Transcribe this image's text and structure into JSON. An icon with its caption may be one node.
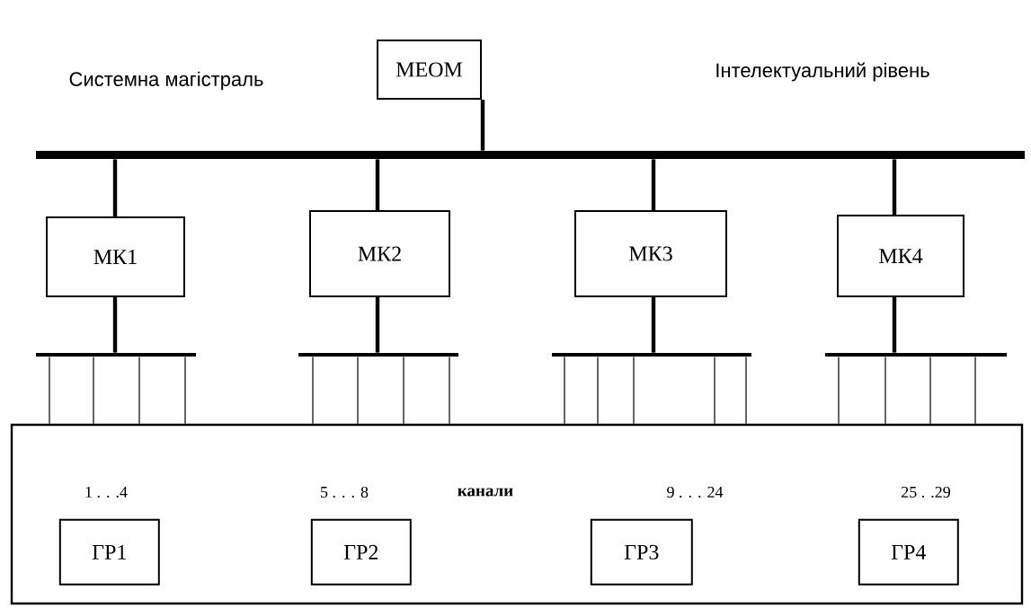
{
  "diagram": {
    "nodes": [
      {
        "text": [
          "МЕОМ"
        ]
      },
      {
        "text": [],
        "shape": "bar"
      },
      {
        "text": [
          "МК1"
        ]
      },
      {
        "text": [
          "МК2"
        ]
      },
      {
        "text": [
          "МК3"
        ]
      },
      {
        "text": [
          "МК4"
        ]
      },
      {
        "text": [],
        "shape": "bar"
      },
      {
        "text": [],
        "shape": "bar"
      },
      {
        "text": [],
        "shape": "bar"
      },
      {
        "text": [],
        "shape": "bar"
      },
      {
        "text": [],
        "shape": "box"
      },
      {
        "text": [
          "ГР1"
        ],
        "in": 10
      },
      {
        "text": [
          "ГР2"
        ],
        "in": 10
      },
      {
        "text": [
          "ГР3"
        ],
        "in": 10
      },
      {
        "text": [
          "ГР4"
        ],
        "in": 10
      }
    ],
    "edges": [
      {
        "from": 0,
        "to": 1,
        "arrow": "none",
        "style": "thick"
      },
      {
        "from": 1,
        "to": 2,
        "arrow": "none",
        "style": "thick"
      },
      {
        "from": 1,
        "to": 3,
        "arrow": "none",
        "style": "thick"
      },
      {
        "from": 1,
        "to": 4,
        "arrow": "none",
        "style": "thick"
      },
      {
        "from": 1,
        "to": 5,
        "arrow": "none",
        "style": "thick"
      },
      {
        "from": 2,
        "to": 6,
        "arrow": "none",
        "style": "thick"
      },
      {
        "from": 3,
        "to": 7,
        "arrow": "none",
        "style": "thick"
      },
      {
        "from": 4,
        "to": 8,
        "arrow": "none",
        "style": "thick"
      },
      {
        "from": 5,
        "to": 9,
        "arrow": "none",
        "style": "thick"
      },
      {
        "from": 6,
        "to": 10,
        "arrow": "none"
      },
      {
        "from": 6,
        "to": 10,
        "arrow": "none"
      },
      {
        "from": 6,
        "to": 10,
        "arrow": "none"
      },
      {
        "from": 6,
        "to": 10,
        "arrow": "none"
      },
      {
        "from": 7,
        "to": 10,
        "arrow": "none"
      },
      {
        "from": 7,
        "to": 10,
        "arrow": "none"
      },
      {
        "from": 7,
        "to": 10,
        "arrow": "none"
      },
      {
        "from": 7,
        "to": 10,
        "arrow": "none"
      },
      {
        "from": 8,
        "to": 10,
        "arrow": "none"
      },
      {
        "from": 8,
        "to": 10,
        "arrow": "none"
      },
      {
        "from": 8,
        "to": 10,
        "arrow": "none"
      },
      {
        "from": 8,
        "to": 10,
        "arrow": "none"
      },
      {
        "from": 8,
        "to": 10,
        "arrow": "none"
      },
      {
        "from": 9,
        "to": 10,
        "arrow": "none"
      },
      {
        "from": 9,
        "to": 10,
        "arrow": "none"
      },
      {
        "from": 9,
        "to": 10,
        "arrow": "none"
      },
      {
        "from": 9,
        "to": 10,
        "arrow": "none"
      }
    ],
    "labels": [
      "Системна магістраль",
      "Інтелектуальний рівень",
      "1 . . .4",
      "5 . . . 8",
      "канали",
      "9 . . . 24",
      "25 . .29"
    ]
  }
}
